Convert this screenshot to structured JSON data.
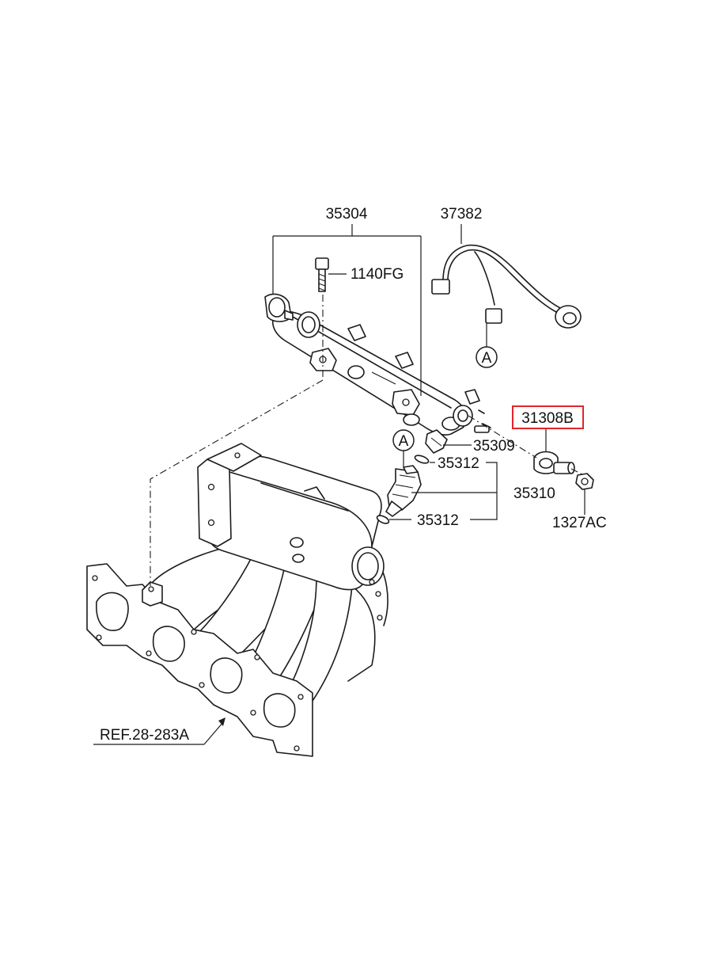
{
  "labels": {
    "fuel_rail": "35304",
    "bolt": "1140FG",
    "wiring_harness": "37382",
    "highlighted_part": "31308B",
    "injector_clip": "35309",
    "o_ring_upper": "35312",
    "injector": "35310",
    "o_ring_lower": "35312",
    "nut": "1327AC",
    "reference": "REF.28-283A"
  },
  "callouts": {
    "harness_connector": "A",
    "injector_connector": "A"
  },
  "colors": {
    "highlight": "#e0262b",
    "line": "#1c1c1c",
    "background": "#ffffff"
  }
}
